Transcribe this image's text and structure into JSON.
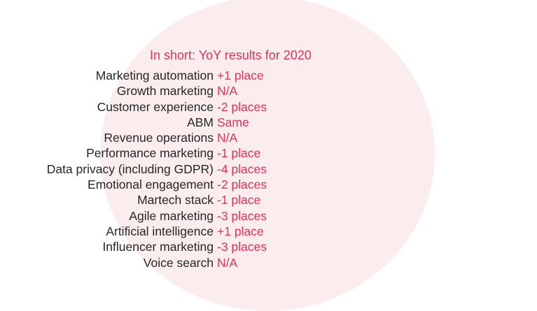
{
  "title": "In short: YoY results for 2020",
  "rows": [
    {
      "label": "Marketing automation",
      "change": "+1 place"
    },
    {
      "label": "Growth marketing",
      "change": "N/A"
    },
    {
      "label": "Customer experience",
      "change": "-2 places"
    },
    {
      "label": "ABM",
      "change": "Same"
    },
    {
      "label": "Revenue operations",
      "change": "N/A"
    },
    {
      "label": "Performance marketing",
      "change": "-1 place"
    },
    {
      "label": "Data privacy (including GDPR)",
      "change": "-4 places"
    },
    {
      "label": "Emotional engagement",
      "change": "-2 places"
    },
    {
      "label": "Martech stack",
      "change": "-1 place"
    },
    {
      "label": "Agile marketing",
      "change": "-3 places"
    },
    {
      "label": "Artificial intelligence",
      "change": "+1 place"
    },
    {
      "label": "Influencer marketing",
      "change": "-3 places"
    },
    {
      "label": "Voice search",
      "change": "N/A"
    }
  ],
  "colors": {
    "accent": "#e0345a",
    "text": "#262626",
    "circle": "#fbeced",
    "background": "#ffffff"
  }
}
